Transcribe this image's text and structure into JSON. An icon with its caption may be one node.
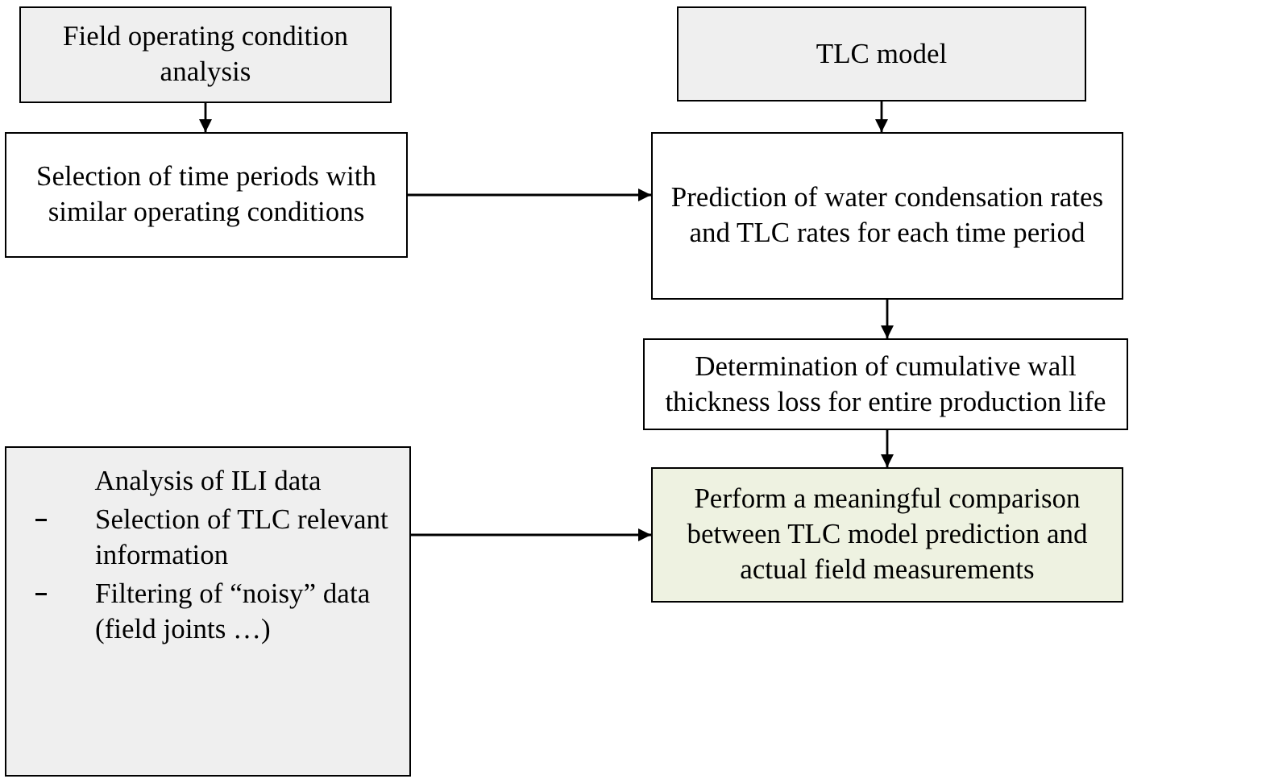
{
  "diagram": {
    "nodes": [
      {
        "text": [
          "Field operating condition analysis"
        ]
      },
      {
        "text": [
          "Selection of time periods with similar operating conditions"
        ]
      },
      {
        "text": [
          "TLC model"
        ]
      },
      {
        "text": [
          "Prediction of water condensation rates and TLC rates for each time period"
        ]
      },
      {
        "text": [
          "Determination of cumulative wall thickness loss for entire production life"
        ]
      },
      {
        "text": [
          "Analysis of ILI data",
          "Selection of TLC relevant information",
          "Filtering of “noisy” data (field joints …)"
        ]
      },
      {
        "text": [
          "Perform a meaningful comparison between TLC model prediction and actual field measurements"
        ]
      }
    ],
    "edges": [
      {
        "from": 0,
        "to": 1,
        "arrow": "to"
      },
      {
        "from": 1,
        "to": 3,
        "arrow": "to"
      },
      {
        "from": 2,
        "to": 3,
        "arrow": "to"
      },
      {
        "from": 3,
        "to": 4,
        "arrow": "to"
      },
      {
        "from": 4,
        "to": 6,
        "arrow": "to"
      },
      {
        "from": 5,
        "to": 6,
        "arrow": "to"
      }
    ]
  }
}
